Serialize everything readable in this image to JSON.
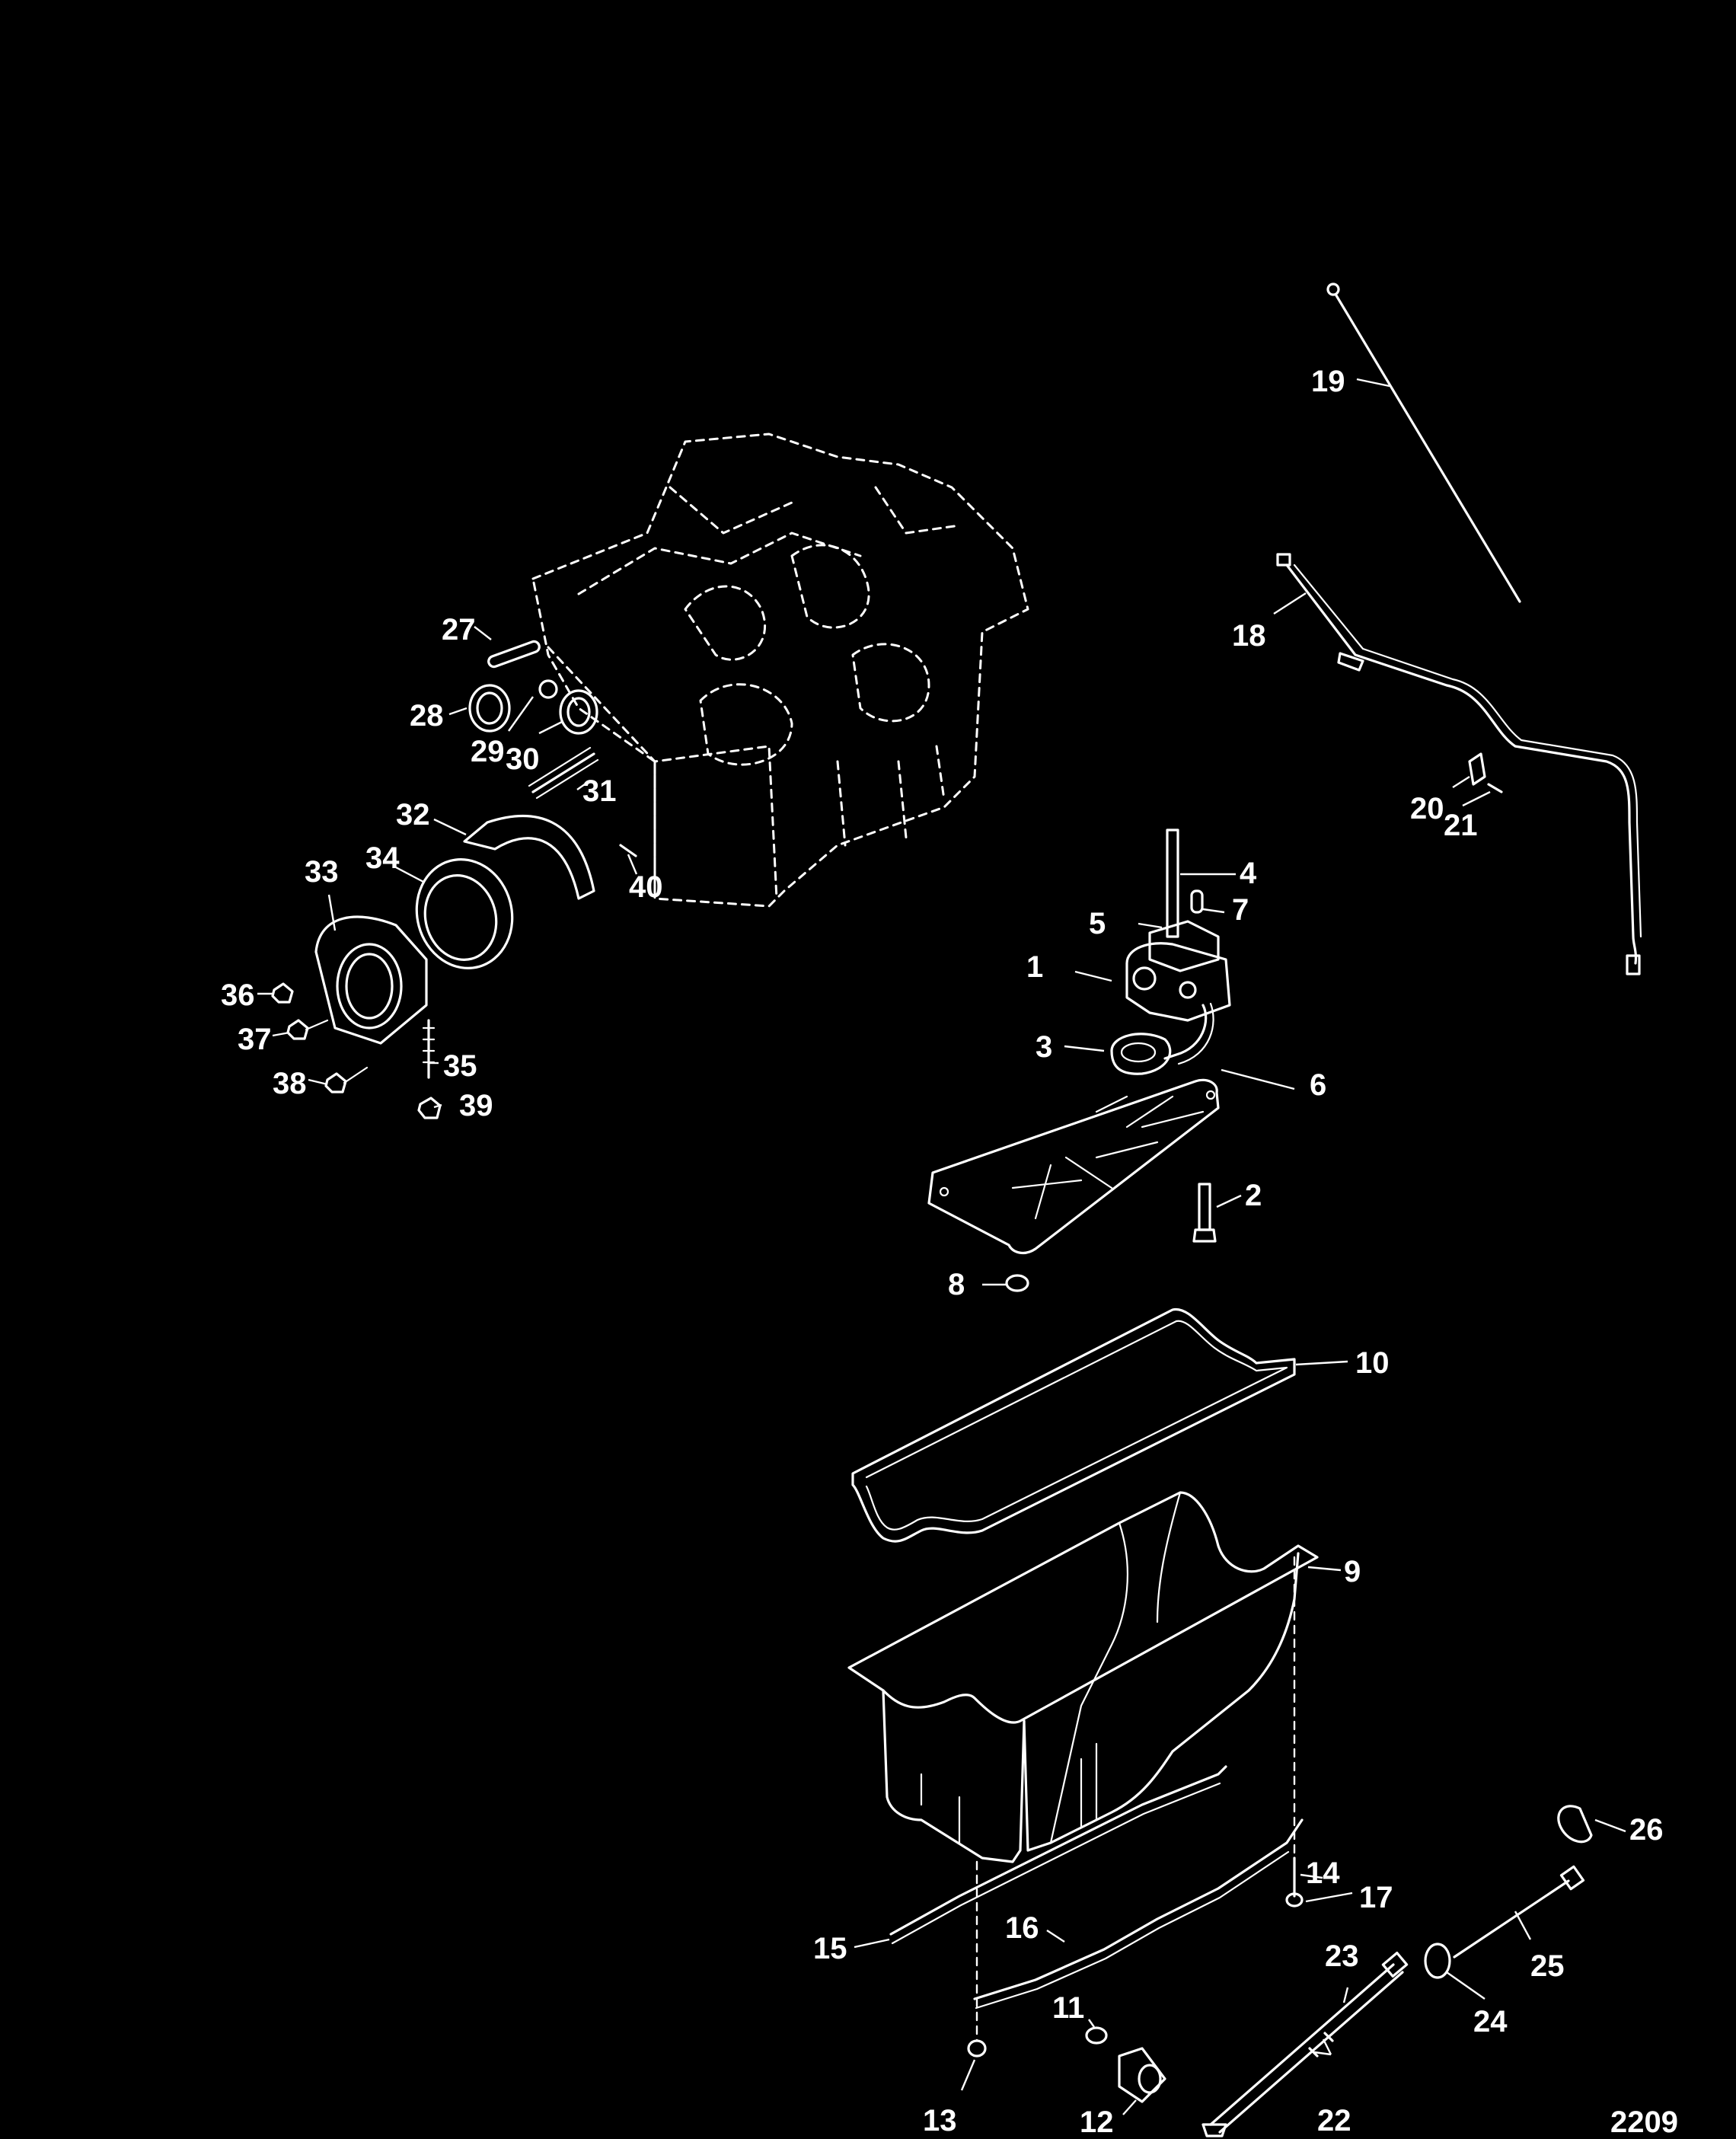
{
  "figure_number": "2209",
  "callouts": [
    {
      "id": "1",
      "text": "1"
    },
    {
      "id": "2",
      "text": "2"
    },
    {
      "id": "3",
      "text": "3"
    },
    {
      "id": "4",
      "text": "4"
    },
    {
      "id": "5",
      "text": "5"
    },
    {
      "id": "6",
      "text": "6"
    },
    {
      "id": "7",
      "text": "7"
    },
    {
      "id": "8",
      "text": "8"
    },
    {
      "id": "9",
      "text": "9"
    },
    {
      "id": "10",
      "text": "10"
    },
    {
      "id": "11",
      "text": "11"
    },
    {
      "id": "12",
      "text": "12"
    },
    {
      "id": "13",
      "text": "13"
    },
    {
      "id": "14",
      "text": "14"
    },
    {
      "id": "15",
      "text": "15"
    },
    {
      "id": "16",
      "text": "16"
    },
    {
      "id": "17",
      "text": "17"
    },
    {
      "id": "18",
      "text": "18"
    },
    {
      "id": "19",
      "text": "19"
    },
    {
      "id": "20",
      "text": "20"
    },
    {
      "id": "21",
      "text": "21"
    },
    {
      "id": "22",
      "text": "22"
    },
    {
      "id": "23",
      "text": "23"
    },
    {
      "id": "24",
      "text": "24"
    },
    {
      "id": "25",
      "text": "25"
    },
    {
      "id": "26",
      "text": "26"
    },
    {
      "id": "27",
      "text": "27"
    },
    {
      "id": "28",
      "text": "28"
    },
    {
      "id": "29",
      "text": "29"
    },
    {
      "id": "30",
      "text": "30"
    },
    {
      "id": "31",
      "text": "31"
    },
    {
      "id": "32",
      "text": "32"
    },
    {
      "id": "33",
      "text": "33"
    },
    {
      "id": "34",
      "text": "34"
    },
    {
      "id": "35",
      "text": "35"
    },
    {
      "id": "36",
      "text": "36"
    },
    {
      "id": "37",
      "text": "37"
    },
    {
      "id": "38",
      "text": "38"
    },
    {
      "id": "39",
      "text": "39"
    },
    {
      "id": "40",
      "text": "40"
    }
  ]
}
